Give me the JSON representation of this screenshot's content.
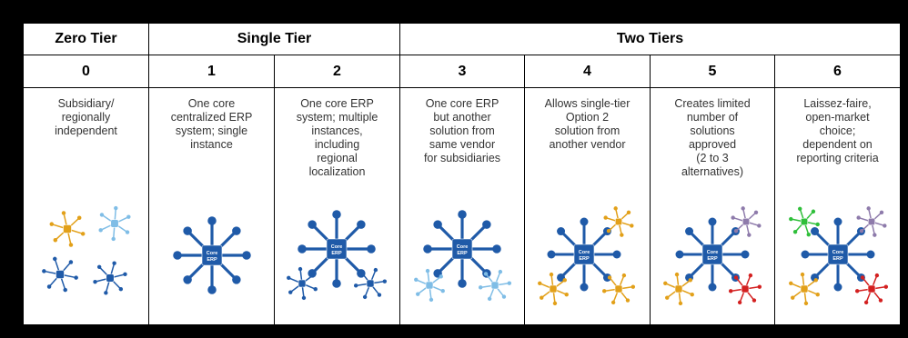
{
  "headers": {
    "zero": "Zero Tier",
    "single": "Single Tier",
    "two": "Two Tiers"
  },
  "options": [
    {
      "number": "0",
      "lines": [
        "Subsidiary/",
        "regionally",
        "independent"
      ],
      "graphic": "independent-hubs"
    },
    {
      "number": "1",
      "lines": [
        "One core",
        "centralized ERP",
        "system; single",
        "instance"
      ],
      "graphic": "single-core"
    },
    {
      "number": "2",
      "lines": [
        "One core ERP",
        "system; multiple",
        "instances,",
        "including",
        "regional",
        "localization"
      ],
      "graphic": "core-with-instances"
    },
    {
      "number": "3",
      "lines": [
        "One core ERP",
        "but another",
        "solution from",
        "same vendor",
        "for subsidiaries"
      ],
      "graphic": "core-same-vendor"
    },
    {
      "number": "4",
      "lines": [
        "Allows single-tier",
        "Option  2",
        "solution from",
        "another vendor"
      ],
      "graphic": "core-other-vendor"
    },
    {
      "number": "5",
      "lines": [
        "Creates limited",
        "number of",
        "solutions",
        "approved",
        "(2 to 3",
        "alternatives)"
      ],
      "graphic": "core-limited-approved"
    },
    {
      "number": "6",
      "lines": [
        "Laissez-faire,",
        "open-market",
        "choice;",
        "dependent on",
        "reporting criteria"
      ],
      "graphic": "core-open-market"
    }
  ],
  "hub_label": [
    "Core",
    "ERP"
  ],
  "colors": {
    "core_blue": "#1f5aa8",
    "light_blue": "#7fbde6",
    "orange": "#e2a019",
    "purple": "#8e7bab",
    "red": "#d32020",
    "green": "#2fbf3a"
  }
}
